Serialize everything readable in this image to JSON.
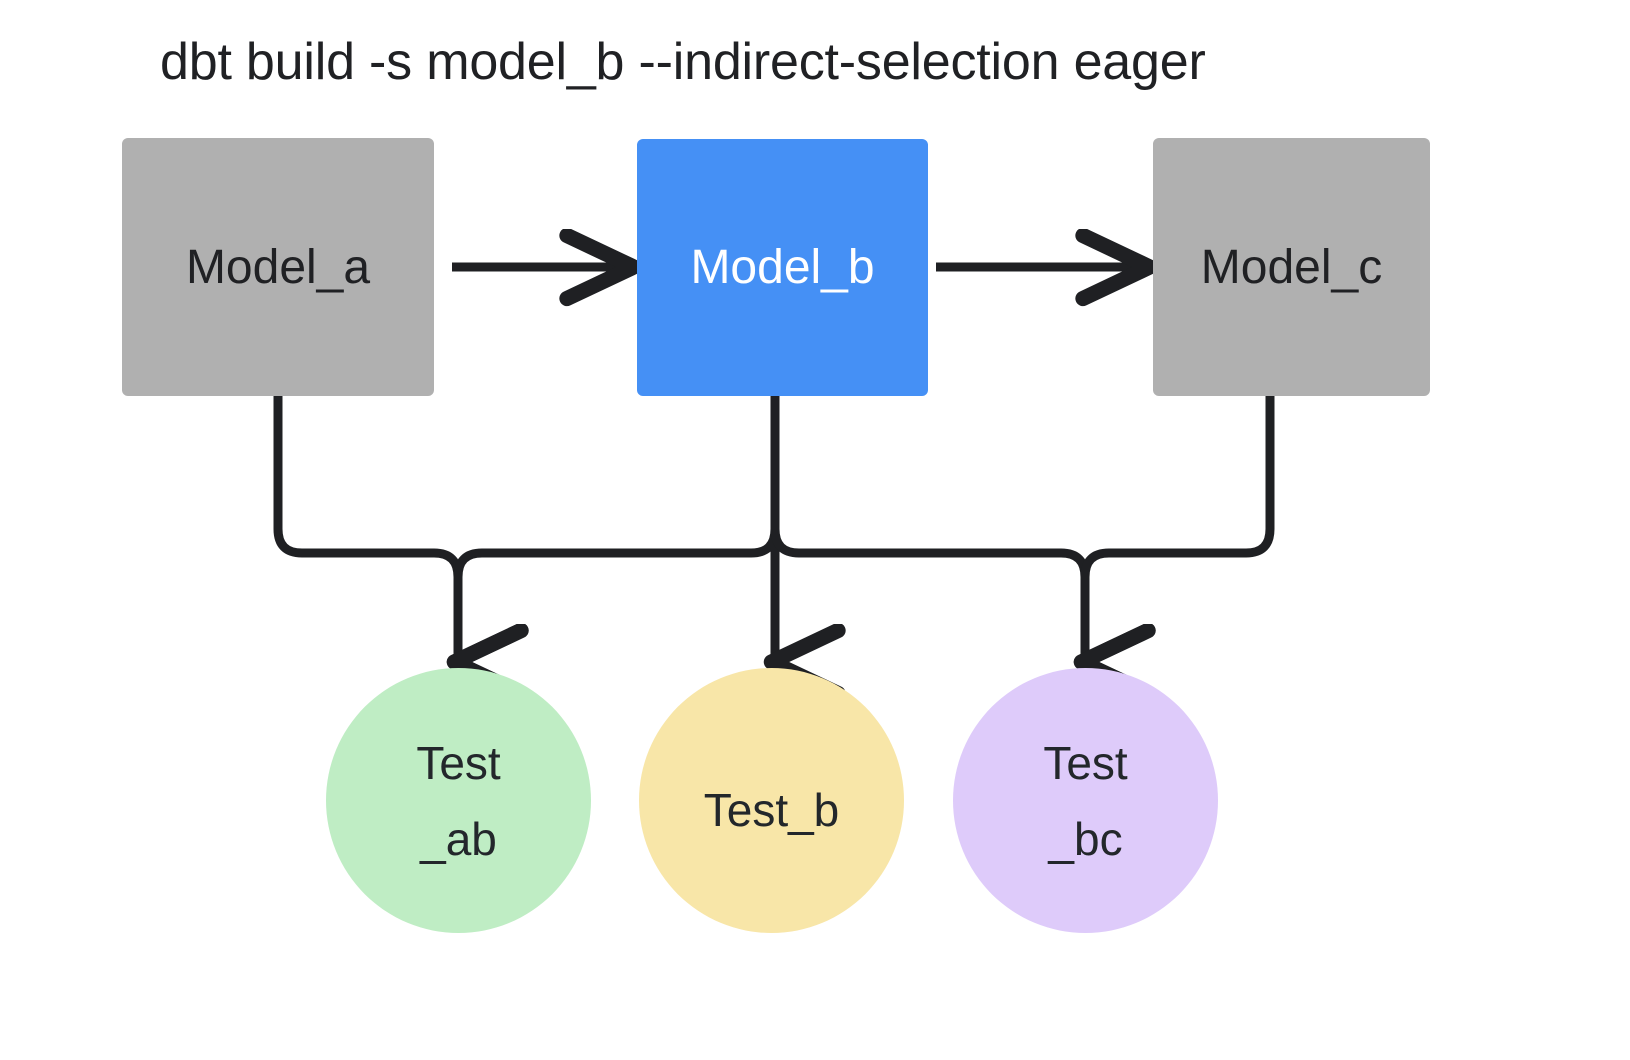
{
  "title": "dbt build -s model_b --indirect-selection eager",
  "colors": {
    "background": "#ffffff",
    "model_gray": "#b0b0b0",
    "model_selected_blue": "#4590f5",
    "test_ab_green": "#bfedc4",
    "test_b_yellow": "#f8e6a8",
    "test_bc_purple": "#decbfa",
    "edge_stroke": "#1f2023",
    "text_dark": "#202124",
    "text_light": "#ffffff"
  },
  "models": [
    {
      "id": "model_a",
      "label": "Model_a",
      "state": "unselected"
    },
    {
      "id": "model_b",
      "label": "Model_b",
      "state": "selected"
    },
    {
      "id": "model_c",
      "label": "Model_c",
      "state": "unselected"
    }
  ],
  "tests": [
    {
      "id": "test_ab",
      "line1": "Test",
      "line2": "_ab",
      "color": "green"
    },
    {
      "id": "test_b",
      "line1": "Test_b",
      "line2": "",
      "color": "yellow"
    },
    {
      "id": "test_bc",
      "line1": "Test",
      "line2": "_bc",
      "color": "purple"
    }
  ],
  "edges": [
    {
      "from": "model_a",
      "to": "model_b",
      "kind": "arrow-right"
    },
    {
      "from": "model_b",
      "to": "model_c",
      "kind": "arrow-right"
    },
    {
      "from": "model_a",
      "to": "test_ab",
      "kind": "elbow-down"
    },
    {
      "from": "model_b",
      "to": "test_ab",
      "kind": "elbow-down"
    },
    {
      "from": "model_b",
      "to": "test_b",
      "kind": "straight-down"
    },
    {
      "from": "model_b",
      "to": "test_bc",
      "kind": "elbow-down"
    },
    {
      "from": "model_c",
      "to": "test_bc",
      "kind": "elbow-down"
    }
  ]
}
